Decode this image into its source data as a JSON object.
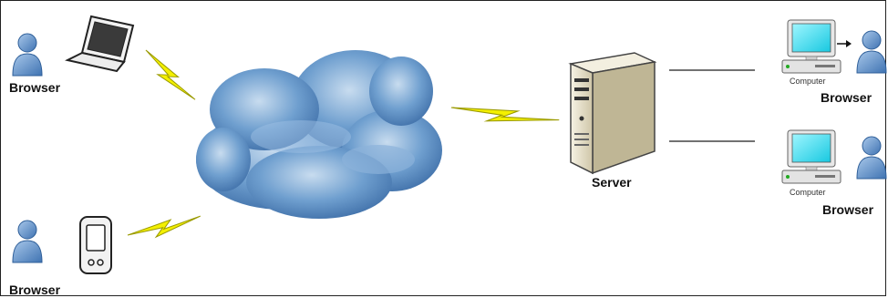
{
  "diagram": {
    "labels": {
      "browser_laptop": "Browser",
      "browser_mobile": "Browser",
      "server": "Server",
      "computer_1": "Computer",
      "browser_computer_1": "Browser",
      "computer_2": "Computer",
      "browser_computer_2": "Browser"
    },
    "colors": {
      "person": "#5b8ec7",
      "cloud": "#6f9fcf",
      "lightning": "#f4f000",
      "monitor_screen": "#33e0f0",
      "server_body": "#e9e3cf",
      "line": "#444444"
    },
    "icons": [
      "person-icon",
      "laptop-icon",
      "mobile-icon",
      "cloud-icon",
      "lightning-icon",
      "server-icon",
      "computer-icon"
    ]
  }
}
